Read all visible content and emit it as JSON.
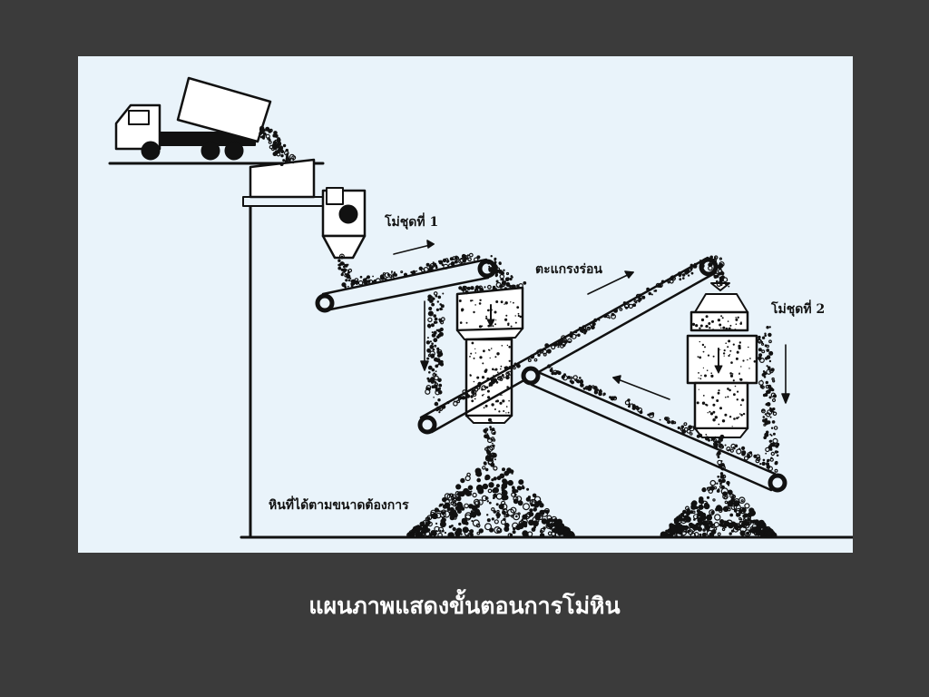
{
  "diagram": {
    "labels": {
      "crusher_1": "โม่ชุดที่ 1",
      "hot_screen": "ตะแกรงร่อน",
      "crusher_2": "โม่ชุดที่ 2",
      "output_stone": "หินที่ได้ตามขนาดต้องการ"
    }
  },
  "caption": "แผนภาพแสดงขั้นตอนการโม่หิน"
}
